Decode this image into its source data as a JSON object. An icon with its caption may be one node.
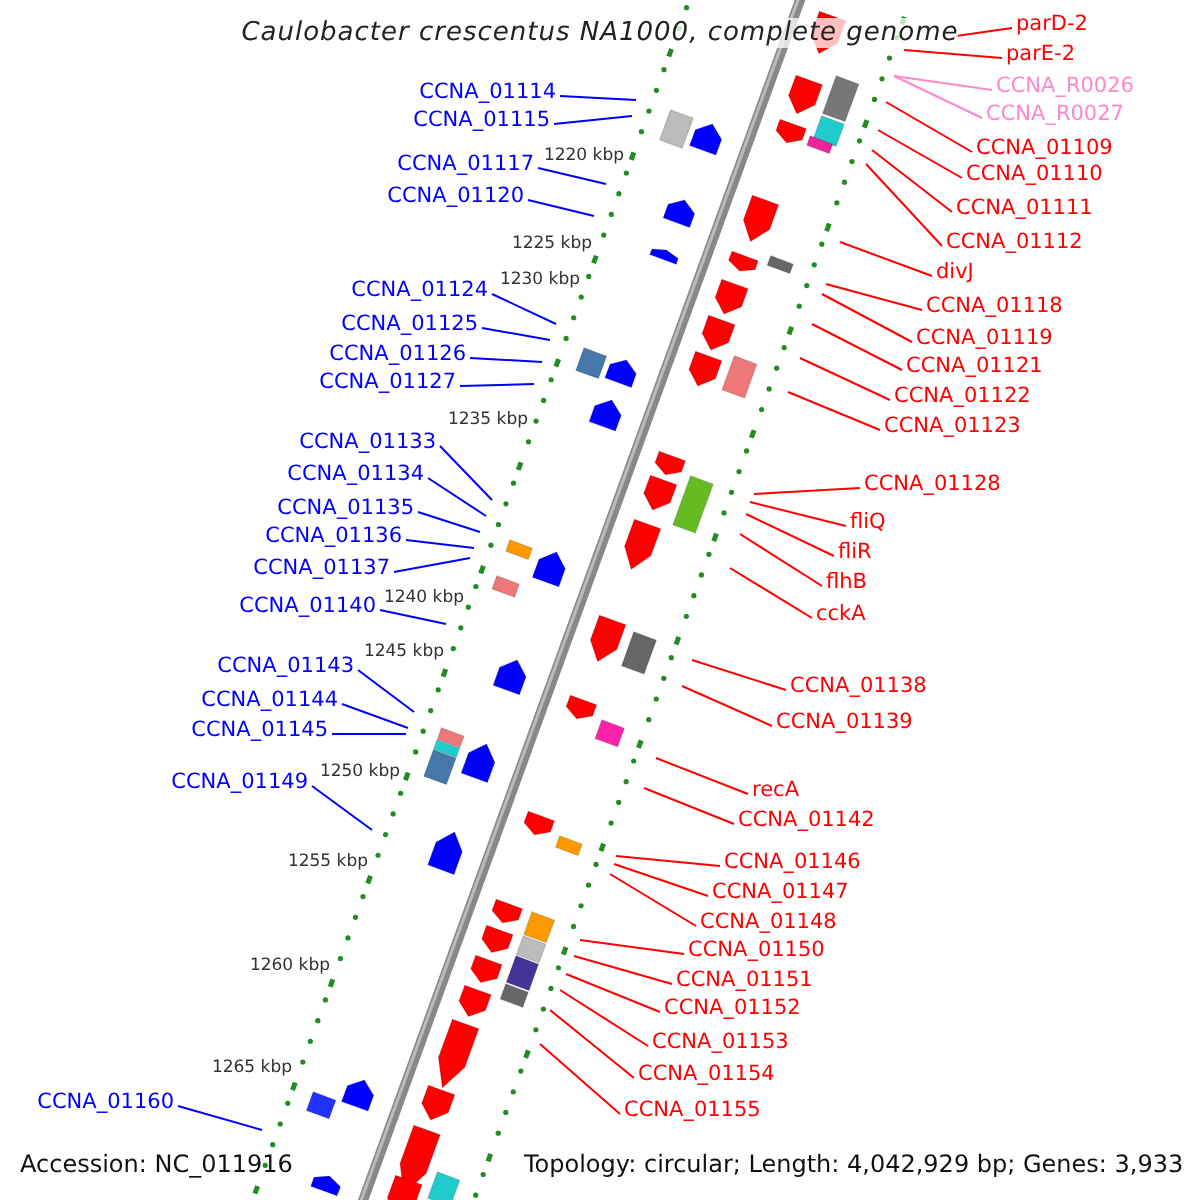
{
  "diagram": {
    "title": "Caulobacter crescentus NA1000, complete genome",
    "nodes": [
      {
        "text": [
          "CCNA_01114"
        ]
      },
      {
        "text": [
          "CCNA_01115"
        ]
      },
      {
        "text": [
          "CCNA_01117"
        ]
      },
      {
        "text": [
          "CCNA_01120"
        ]
      },
      {
        "text": [
          "CCNA_01124"
        ]
      },
      {
        "text": [
          "CCNA_01125"
        ]
      },
      {
        "text": [
          "CCNA_01126"
        ]
      },
      {
        "text": [
          "CCNA_01127"
        ]
      },
      {
        "text": [
          "CCNA_01133"
        ]
      },
      {
        "text": [
          "CCNA_01134"
        ]
      },
      {
        "text": [
          "CCNA_01135"
        ]
      },
      {
        "text": [
          "CCNA_01136"
        ]
      },
      {
        "text": [
          "CCNA_01137"
        ]
      },
      {
        "text": [
          "CCNA_01140"
        ]
      },
      {
        "text": [
          "CCNA_01143"
        ]
      },
      {
        "text": [
          "CCNA_01144"
        ]
      },
      {
        "text": [
          "CCNA_01145"
        ]
      },
      {
        "text": [
          "CCNA_01149"
        ]
      },
      {
        "text": [
          "CCNA_01160"
        ]
      },
      {
        "text": [
          "parD-2"
        ]
      },
      {
        "text": [
          "parE-2"
        ]
      },
      {
        "text": [
          "CCNA_R0026"
        ]
      },
      {
        "text": [
          "CCNA_R0027"
        ]
      },
      {
        "text": [
          "CCNA_01109"
        ]
      },
      {
        "text": [
          "CCNA_01110"
        ]
      },
      {
        "text": [
          "CCNA_01111"
        ]
      },
      {
        "text": [
          "CCNA_01112"
        ]
      },
      {
        "text": [
          "divJ"
        ]
      },
      {
        "text": [
          "CCNA_01118"
        ]
      },
      {
        "text": [
          "CCNA_01119"
        ]
      },
      {
        "text": [
          "CCNA_01121"
        ]
      },
      {
        "text": [
          "CCNA_01122"
        ]
      },
      {
        "text": [
          "CCNA_01123"
        ]
      },
      {
        "text": [
          "CCNA_01128"
        ]
      },
      {
        "text": [
          "fliQ"
        ]
      },
      {
        "text": [
          "fliR"
        ]
      },
      {
        "text": [
          "flhB"
        ]
      },
      {
        "text": [
          "cckA"
        ]
      },
      {
        "text": [
          "CCNA_01138"
        ]
      },
      {
        "text": [
          "CCNA_01139"
        ]
      },
      {
        "text": [
          "recA"
        ]
      },
      {
        "text": [
          "CCNA_01142"
        ]
      },
      {
        "text": [
          "CCNA_01146"
        ]
      },
      {
        "text": [
          "CCNA_01147"
        ]
      },
      {
        "text": [
          "CCNA_01148"
        ]
      },
      {
        "text": [
          "CCNA_01150"
        ]
      },
      {
        "text": [
          "CCNA_01151"
        ]
      },
      {
        "text": [
          "CCNA_01152"
        ]
      },
      {
        "text": [
          "CCNA_01153"
        ]
      },
      {
        "text": [
          "CCNA_01154"
        ]
      },
      {
        "text": [
          "CCNA_01155"
        ]
      }
    ],
    "edges": [
      {
        "from": 0,
        "to": null,
        "arrow": "none",
        "color": "#0000ff"
      },
      {
        "from": 1,
        "to": null,
        "arrow": "none",
        "color": "#0000ff"
      },
      {
        "from": 2,
        "to": null,
        "arrow": "none",
        "color": "#0000ff"
      },
      {
        "from": 3,
        "to": null,
        "arrow": "none",
        "color": "#0000ff"
      },
      {
        "from": 4,
        "to": null,
        "arrow": "none",
        "color": "#0000ff"
      },
      {
        "from": 5,
        "to": null,
        "arrow": "none",
        "color": "#0000ff"
      },
      {
        "from": 6,
        "to": null,
        "arrow": "none",
        "color": "#0000ff"
      },
      {
        "from": 7,
        "to": null,
        "arrow": "none",
        "color": "#0000ff"
      },
      {
        "from": 8,
        "to": null,
        "arrow": "none",
        "color": "#0000ff"
      },
      {
        "from": 9,
        "to": null,
        "arrow": "none",
        "color": "#0000ff"
      },
      {
        "from": 10,
        "to": null,
        "arrow": "none",
        "color": "#0000ff"
      },
      {
        "from": 11,
        "to": null,
        "arrow": "none",
        "color": "#0000ff"
      },
      {
        "from": 12,
        "to": null,
        "arrow": "none",
        "color": "#0000ff"
      },
      {
        "from": 13,
        "to": null,
        "arrow": "none",
        "color": "#0000ff"
      },
      {
        "from": 14,
        "to": null,
        "arrow": "none",
        "color": "#0000ff"
      },
      {
        "from": 15,
        "to": null,
        "arrow": "none",
        "color": "#0000ff"
      },
      {
        "from": 16,
        "to": null,
        "arrow": "none",
        "color": "#0000ff"
      },
      {
        "from": 17,
        "to": null,
        "arrow": "none",
        "color": "#0000ff"
      },
      {
        "from": 18,
        "to": null,
        "arrow": "none",
        "color": "#0000ff"
      },
      {
        "from": 19,
        "to": null,
        "arrow": "none"
      },
      {
        "from": 20,
        "to": null,
        "arrow": "none"
      },
      {
        "from": 21,
        "to": null,
        "arrow": "none",
        "color": "#ff88cc"
      },
      {
        "from": 22,
        "to": null,
        "arrow": "none",
        "color": "#ff88cc"
      },
      {
        "from": 23,
        "to": null,
        "arrow": "none"
      },
      {
        "from": 24,
        "to": null,
        "arrow": "none"
      },
      {
        "from": 25,
        "to": null,
        "arrow": "none"
      },
      {
        "from": 26,
        "to": null,
        "arrow": "none"
      },
      {
        "from": 27,
        "to": null,
        "arrow": "none"
      },
      {
        "from": 28,
        "to": null,
        "arrow": "none"
      },
      {
        "from": 29,
        "to": null,
        "arrow": "none"
      },
      {
        "from": 30,
        "to": null,
        "arrow": "none"
      },
      {
        "from": 31,
        "to": null,
        "arrow": "none"
      },
      {
        "from": 32,
        "to": null,
        "arrow": "none"
      },
      {
        "from": 33,
        "to": null,
        "arrow": "none"
      },
      {
        "from": 34,
        "to": null,
        "arrow": "none"
      },
      {
        "from": 35,
        "to": null,
        "arrow": "none"
      },
      {
        "from": 36,
        "to": null,
        "arrow": "none"
      },
      {
        "from": 37,
        "to": null,
        "arrow": "none"
      },
      {
        "from": 38,
        "to": null,
        "arrow": "none"
      },
      {
        "from": 39,
        "to": null,
        "arrow": "none"
      },
      {
        "from": 40,
        "to": null,
        "arrow": "none"
      },
      {
        "from": 41,
        "to": null,
        "arrow": "none"
      },
      {
        "from": 42,
        "to": null,
        "arrow": "none"
      },
      {
        "from": 43,
        "to": null,
        "arrow": "none"
      },
      {
        "from": 44,
        "to": null,
        "arrow": "none"
      },
      {
        "from": 45,
        "to": null,
        "arrow": "none"
      },
      {
        "from": 46,
        "to": null,
        "arrow": "none"
      },
      {
        "from": 47,
        "to": null,
        "arrow": "none"
      },
      {
        "from": 48,
        "to": null,
        "arrow": "none"
      },
      {
        "from": 49,
        "to": null,
        "arrow": "none"
      },
      {
        "from": 50,
        "to": null,
        "arrow": "none"
      }
    ],
    "labels": [
      "1220 kbp",
      "1225 kbp",
      "1230 kbp",
      "1235 kbp",
      "1240 kbp",
      "1245 kbp",
      "1250 kbp",
      "1255 kbp",
      "1260 kbp",
      "1265 kbp",
      "Accession: NC_011916",
      "Topology: circular; Length: 4,042,929 bp; Genes: 3,933"
    ]
  }
}
